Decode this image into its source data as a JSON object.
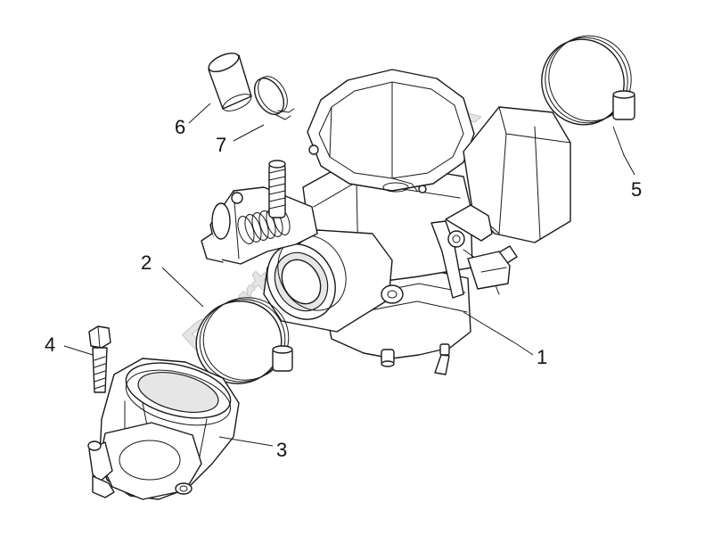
{
  "diagram": {
    "watermark": "PartsRepublik",
    "callouts": [
      "1",
      "2",
      "3",
      "4",
      "5",
      "6",
      "7"
    ]
  }
}
